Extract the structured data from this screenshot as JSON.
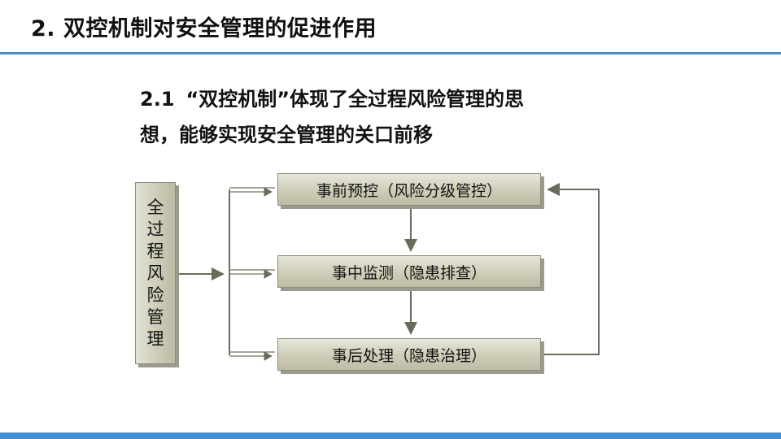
{
  "header": {
    "title": "2. 双控机制对安全管理的促进作用"
  },
  "subtitle": {
    "number": "2.1",
    "line1": "“双控机制”体现了全过程风险管理的思",
    "line2": "想，能够实现安全管理的关口前移"
  },
  "diagram": {
    "source_chars": [
      "全",
      "过",
      "程",
      "风",
      "险",
      "管",
      "理"
    ],
    "steps": [
      "事前预控（风险分级管控）",
      "事中监测（隐患排查）",
      "事后处理（隐患治理）"
    ]
  }
}
